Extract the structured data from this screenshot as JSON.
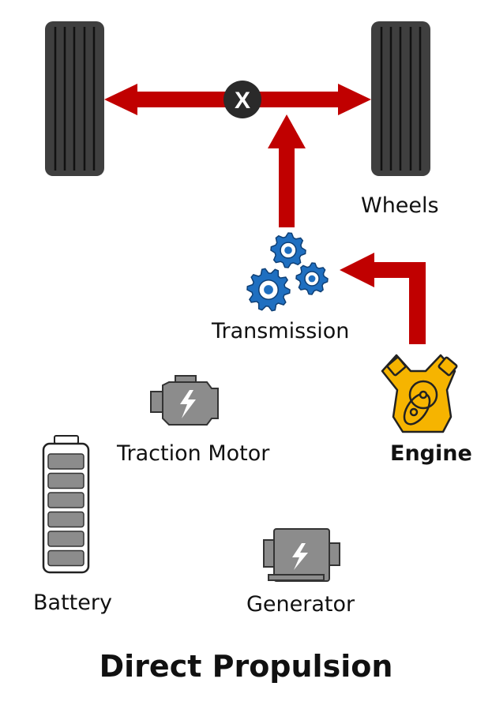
{
  "title": "Direct Propulsion",
  "labels": {
    "wheels": "Wheels",
    "transmission": "Transmission",
    "traction_motor": "Traction Motor",
    "engine": "Engine",
    "battery": "Battery",
    "generator": "Generator"
  },
  "axle_marker": "X",
  "icons": {
    "wheel": "tire-icon",
    "transmission": "gears-icon",
    "traction_motor": "motor-icon",
    "engine": "engine-icon",
    "battery": "battery-icon",
    "generator": "generator-icon"
  },
  "colors": {
    "arrow": "#C00000",
    "tire": "#3F3F3F",
    "gear": "#1F6FC0",
    "engine": "#F6B400",
    "inactive": "#8C8C8C",
    "text": "#111111"
  },
  "battery_cells": 6
}
